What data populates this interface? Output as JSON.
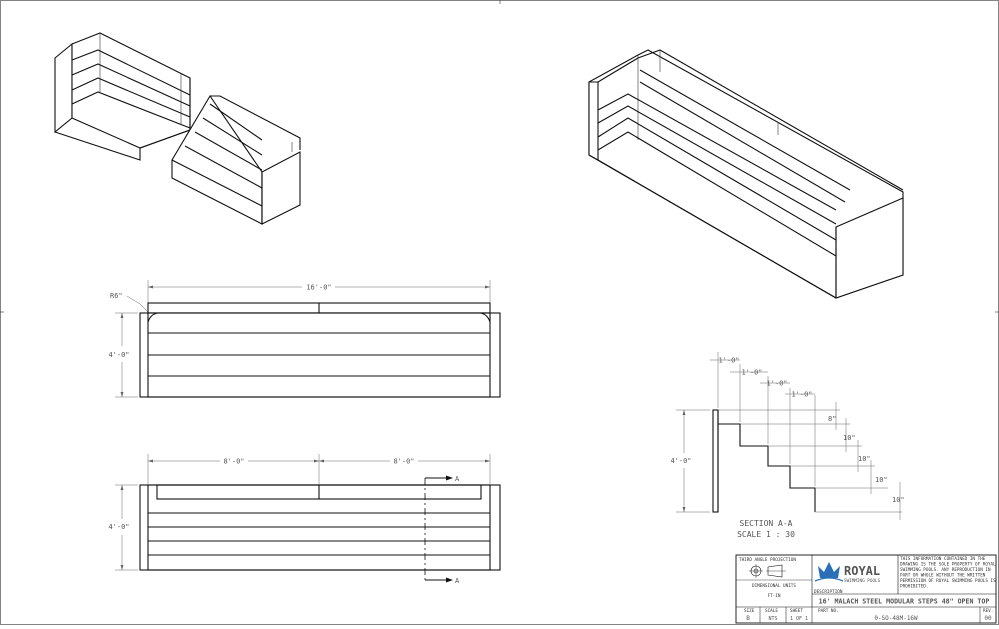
{
  "top_view": {
    "overall_width": "16'-0\"",
    "radius": "R6\"",
    "height": "4'-0\""
  },
  "front_view": {
    "left_width": "8'-0\"",
    "right_width": "8'-0\"",
    "height": "4'-0\"",
    "section_top": "A",
    "section_bottom": "A"
  },
  "section_view": {
    "treads": [
      "1'-0\"",
      "1'-0\"",
      "1'-0\"",
      "1'-0\""
    ],
    "risers": [
      "8\"",
      "10\"",
      "10\"",
      "10\"",
      "10\""
    ],
    "height": "4'-0\"",
    "title": "SECTION A-A",
    "scale": "SCALE 1 : 30"
  },
  "title_block": {
    "projection": "THIRD ANGLE PROJECTION",
    "units_label": "DIMENSIONAL UNITS",
    "units": "FT-IN",
    "brand": "ROYAL",
    "brand_sub": "SWIMMING POOLS",
    "notice": [
      "THIS INFORMATION CONTAINED IN THE",
      "DRAWING IS THE SOLE PROPERTY OF ROYAL",
      "SWIMMING POOLS. ANY REPRODUCTION IN",
      "PART OR WHOLE WITHOUT THE WRITTEN",
      "PERMISSION OF ROYAL SWIMMING POOLS IS",
      "PROHIBITED."
    ],
    "description_label": "DESCRIPTION",
    "description": "16' MALACH STEEL MODULAR STEPS 48\" OPEN TOP",
    "size_label": "SIZE",
    "size": "B",
    "scale_label": "SCALE",
    "scale": "NTS",
    "sheet_label": "SHEET",
    "sheet": "1 OF 1",
    "part_label": "PART NO.",
    "part_no": "0-SO-48M-16W",
    "rev_label": "REV.",
    "rev": "00"
  },
  "colors": {
    "brand": "#1f5fa6",
    "crown": "#2a6fb8"
  }
}
